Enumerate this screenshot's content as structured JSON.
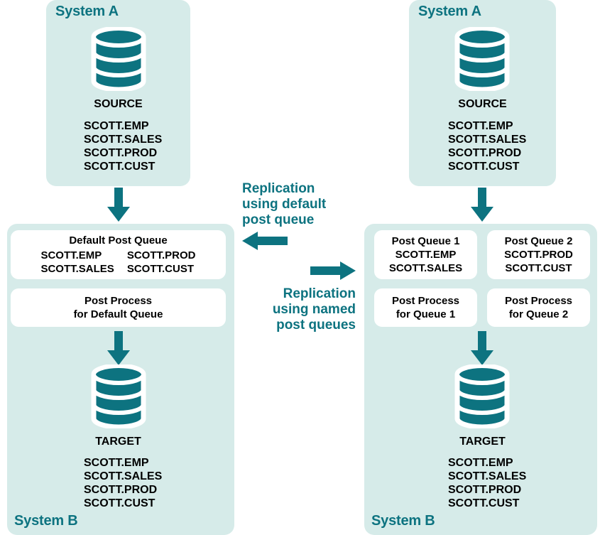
{
  "colors": {
    "panel_bg": "#d6ebe9",
    "teal": "#0d7380",
    "box_bg": "#ffffff",
    "text": "#000000",
    "page_bg": "#ffffff"
  },
  "left_scenario": {
    "top_panel": {
      "title": "System A",
      "db_icon": "database-cylinder-icon",
      "db_label": "SOURCE",
      "tables": [
        "SCOTT.EMP",
        "SCOTT.SALES",
        "SCOTT.PROD",
        "SCOTT.CUST"
      ]
    },
    "arrow_top": "arrow-down-icon",
    "bottom_panel": {
      "title": "System B",
      "queue_box": {
        "header": "Default Post Queue",
        "column_1": [
          "SCOTT.EMP",
          "SCOTT.SALES"
        ],
        "column_2": [
          "SCOTT.PROD",
          "SCOTT.CUST"
        ]
      },
      "process_box": {
        "line_1": "Post Process",
        "line_2": "for Default Queue"
      },
      "arrow_mid": "arrow-down-icon",
      "db_icon": "database-cylinder-icon",
      "db_label": "TARGET",
      "tables": [
        "SCOTT.EMP",
        "SCOTT.SALES",
        "SCOTT.PROD",
        "SCOTT.CUST"
      ]
    }
  },
  "center": {
    "label_left": "Replication\nusing default\npost queue",
    "arrow_left": "arrow-left-icon",
    "arrow_right": "arrow-right-icon",
    "label_right": "Replication\nusing named\npost queues"
  },
  "right_scenario": {
    "top_panel": {
      "title": "System A",
      "db_icon": "database-cylinder-icon",
      "db_label": "SOURCE",
      "tables": [
        "SCOTT.EMP",
        "SCOTT.SALES",
        "SCOTT.PROD",
        "SCOTT.CUST"
      ]
    },
    "arrow_top": "arrow-down-icon",
    "bottom_panel": {
      "title": "System B",
      "queue_box_1": {
        "header": "Post Queue 1",
        "tables": [
          "SCOTT.EMP",
          "SCOTT.SALES"
        ]
      },
      "queue_box_2": {
        "header": "Post Queue 2",
        "tables": [
          "SCOTT.PROD",
          "SCOTT.CUST"
        ]
      },
      "process_box_1": {
        "line_1": "Post Process",
        "line_2": "for Queue 1"
      },
      "process_box_2": {
        "line_1": "Post Process",
        "line_2": "for Queue 2"
      },
      "arrow_mid": "arrow-down-icon",
      "db_icon": "database-cylinder-icon",
      "db_label": "TARGET",
      "tables": [
        "SCOTT.EMP",
        "SCOTT.SALES",
        "SCOTT.PROD",
        "SCOTT.CUST"
      ]
    }
  }
}
